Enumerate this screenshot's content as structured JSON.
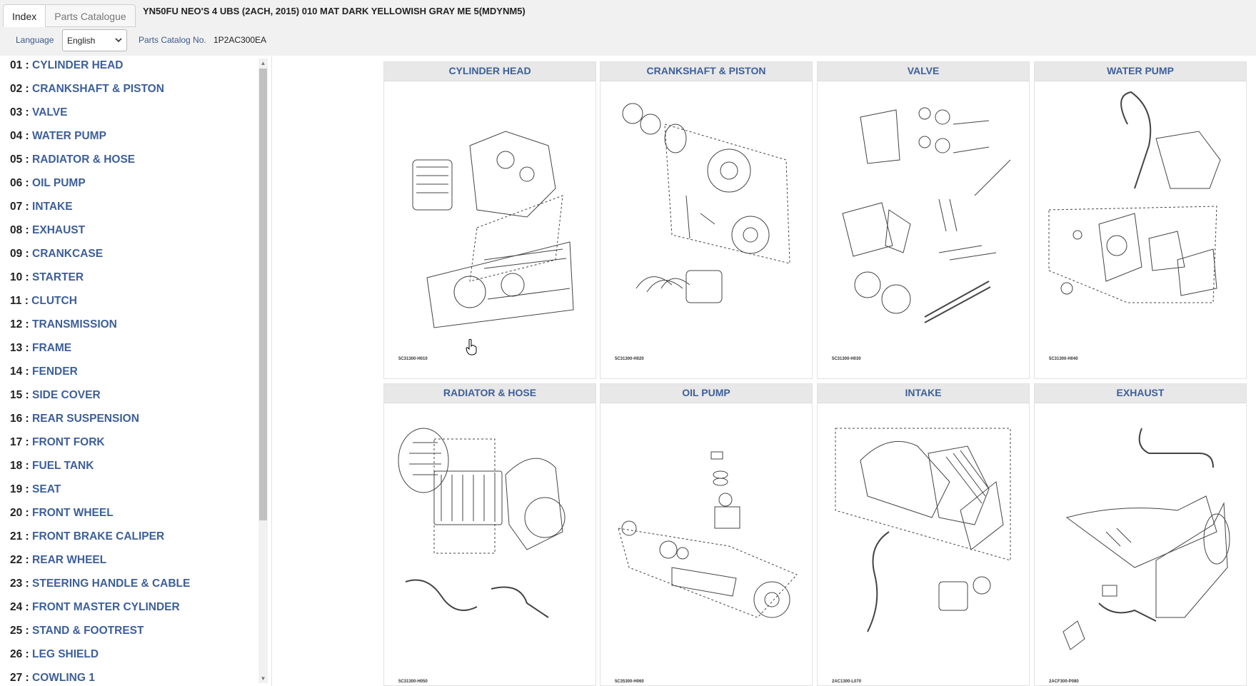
{
  "header": {
    "tabs": [
      {
        "label": "Index",
        "active": true
      },
      {
        "label": "Parts Catalogue",
        "active": false
      }
    ],
    "model_title": "YN50FU NEO'S 4 UBS (2ACH, 2015) 010 MAT DARK YELLOWISH GRAY ME 5(MDYNM5)",
    "language_label": "Language",
    "language_value": "English",
    "catalog_label": "Parts Catalog No.",
    "catalog_value": "1P2AC300EA"
  },
  "sidebar": {
    "items": [
      {
        "num": "01 :",
        "name": "CYLINDER HEAD"
      },
      {
        "num": "02 :",
        "name": "CRANKSHAFT & PISTON"
      },
      {
        "num": "03 :",
        "name": "VALVE"
      },
      {
        "num": "04 :",
        "name": "WATER PUMP"
      },
      {
        "num": "05 :",
        "name": "RADIATOR & HOSE"
      },
      {
        "num": "06 :",
        "name": "OIL PUMP"
      },
      {
        "num": "07 :",
        "name": "INTAKE"
      },
      {
        "num": "08 :",
        "name": "EXHAUST"
      },
      {
        "num": "09 :",
        "name": "CRANKCASE"
      },
      {
        "num": "10 :",
        "name": "STARTER"
      },
      {
        "num": "11 :",
        "name": "CLUTCH"
      },
      {
        "num": "12 :",
        "name": "TRANSMISSION"
      },
      {
        "num": "13 :",
        "name": "FRAME"
      },
      {
        "num": "14 :",
        "name": "FENDER"
      },
      {
        "num": "15 :",
        "name": "SIDE COVER"
      },
      {
        "num": "16 :",
        "name": "REAR SUSPENSION"
      },
      {
        "num": "17 :",
        "name": "FRONT FORK"
      },
      {
        "num": "18 :",
        "name": "FUEL TANK"
      },
      {
        "num": "19 :",
        "name": "SEAT"
      },
      {
        "num": "20 :",
        "name": "FRONT WHEEL"
      },
      {
        "num": "21 :",
        "name": "FRONT BRAKE CALIPER"
      },
      {
        "num": "22 :",
        "name": "REAR WHEEL"
      },
      {
        "num": "23 :",
        "name": "STEERING HANDLE & CABLE"
      },
      {
        "num": "24 :",
        "name": "FRONT MASTER CYLINDER"
      },
      {
        "num": "25 :",
        "name": "STAND & FOOTREST"
      },
      {
        "num": "26 :",
        "name": "LEG SHIELD"
      },
      {
        "num": "27 :",
        "name": "COWLING 1"
      }
    ]
  },
  "cards": [
    {
      "title": "CYLINDER HEAD",
      "code": "5C31300-H010"
    },
    {
      "title": "CRANKSHAFT & PISTON",
      "code": "5C31300-H020"
    },
    {
      "title": "VALVE",
      "code": "5C31300-H030"
    },
    {
      "title": "WATER PUMP",
      "code": "5C31300-H040"
    },
    {
      "title": "RADIATOR & HOSE",
      "code": "5C31300-H050"
    },
    {
      "title": "OIL PUMP",
      "code": "5C35300-H060"
    },
    {
      "title": "INTAKE",
      "code": "2AC1300-L070"
    },
    {
      "title": "EXHAUST",
      "code": "2ACF300-P080"
    }
  ]
}
